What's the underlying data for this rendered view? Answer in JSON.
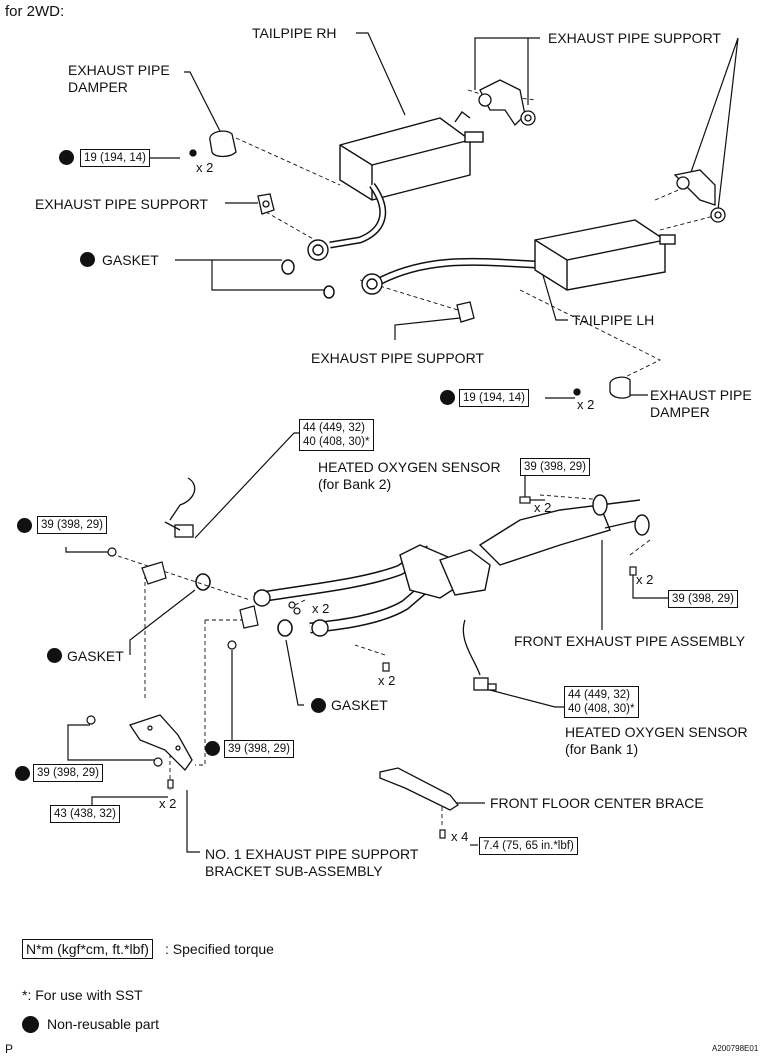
{
  "header": "for 2WD:",
  "labels": {
    "tailpipe_rh": "TAILPIPE RH",
    "exhaust_pipe_support_top": "EXHAUST PIPE SUPPORT",
    "exhaust_pipe_damper_top_1": "EXHAUST PIPE",
    "exhaust_pipe_damper_top_2": "DAMPER",
    "exhaust_pipe_support_left": "EXHAUST PIPE SUPPORT",
    "gasket_top": "GASKET",
    "tailpipe_lh": "TAILPIPE LH",
    "exhaust_pipe_support_mid": "EXHAUST PIPE SUPPORT",
    "exhaust_pipe_damper_right_1": "EXHAUST PIPE",
    "exhaust_pipe_damper_right_2": "DAMPER",
    "heated_oxygen_sensor_b2_1": "HEATED OXYGEN SENSOR",
    "heated_oxygen_sensor_b2_2": "(for Bank 2)",
    "front_exhaust_pipe_assembly": "FRONT EXHAUST PIPE ASSEMBLY",
    "gasket_left": "GASKET",
    "gasket_center": "GASKET",
    "heated_oxygen_sensor_b1_1": "HEATED OXYGEN SENSOR",
    "heated_oxygen_sensor_b1_2": "(for Bank 1)",
    "front_floor_center_brace": "FRONT FLOOR CENTER BRACE",
    "bracket_1": "NO. 1 EXHAUST PIPE SUPPORT",
    "bracket_2": "BRACKET SUB-ASSEMBLY"
  },
  "torque": {
    "t19_a": "19 (194, 14)",
    "t19_b": "19 (194, 14)",
    "t44_b2_a": "44 (449, 32)",
    "t44_b2_b": "40 (408, 30)*",
    "t39_top_right": "39 (398, 29)",
    "t39_left": "39 (398, 29)",
    "t39_right": "39 (398, 29)",
    "t44_b1_a": "44 (449, 32)",
    "t44_b1_b": "40 (408, 30)*",
    "t39_center": "39 (398, 29)",
    "t39_bottom_left": "39 (398, 29)",
    "t43": "43 (438, 32)",
    "t74": "7.4 (75, 65 in.*lbf)"
  },
  "counts": {
    "x2_a": "x 2",
    "x2_b": "x 2",
    "x2_c": "x 2",
    "x2_d": "x 2",
    "x2_e": "x 2",
    "x2_f": "x 2",
    "x2_g": "x 2",
    "x4": "x 4"
  },
  "legend": {
    "unit_box": "N*m (kgf*cm, ft.*lbf)",
    "unit_text": ": Specified torque",
    "sst_note": "*: For use with SST",
    "nonreusable": "Non-reusable part"
  },
  "footer": {
    "left": "P",
    "right": "A200798E01"
  }
}
